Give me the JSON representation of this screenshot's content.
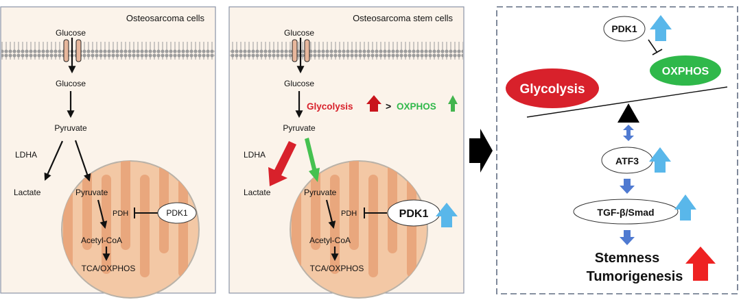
{
  "panel_left": {
    "title": "Osteosarcoma cells",
    "glucose_out": "Glucose",
    "glucose_in": "Glucose",
    "pyruvate": "Pyruvate",
    "ldha": "LDHA",
    "lactate": "Lactate",
    "mito_pyruvate": "Pyruvate",
    "pdh": "PDH",
    "pdk1": "PDK1",
    "acetyl_coa": "Acetyl-CoA",
    "tca": "TCA/OXPHOS"
  },
  "panel_middle": {
    "title": "Osteosarcoma stem cells",
    "glucose_out": "Glucose",
    "glucose_in": "Glucose",
    "glycolysis": "Glycolysis",
    "greater_than": ">",
    "oxphos": "OXPHOS",
    "pyruvate": "Pyruvate",
    "ldha": "LDHA",
    "lactate": "Lactate",
    "mito_pyruvate": "Pyruvate",
    "pdh": "PDH",
    "pdk1": "PDK1",
    "acetyl_coa": "Acetyl-CoA",
    "tca": "TCA/OXPHOS"
  },
  "panel_right": {
    "pdk1": "PDK1",
    "oxphos": "OXPHOS",
    "glycolysis": "Glycolysis",
    "atf3": "ATF3",
    "tgf": "TGF-β/Smad",
    "stemness": "Stemness",
    "tumorigenesis": "Tumorigenesis"
  },
  "colors": {
    "cell_bg": "#fbf3ea",
    "mito": "#f0bf98",
    "mito_inner": "#e7a47a",
    "glycolysis_red": "#d8212b",
    "oxphos_green": "#2fb84a",
    "up_blue": "#59b7ea",
    "link_blue": "#4f7ad1",
    "up_red": "#ee2222"
  }
}
